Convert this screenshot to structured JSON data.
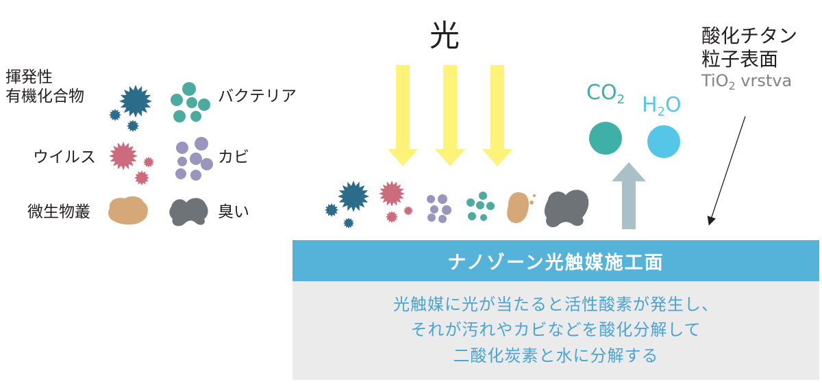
{
  "colors": {
    "voc": "#2b6c8a",
    "bacteria": "#4aab9e",
    "virus": "#cc6b7d",
    "mold": "#9a95bf",
    "microbe": "#d6a877",
    "odor": "#6d7377",
    "light_arrow": "#fff278",
    "co2_circle": "#3fb0a5",
    "h2o_circle": "#56c6e8",
    "up_arrow": "#a9c0c9",
    "band": "#55b3d9",
    "panel": "#ebebeb",
    "panel_text": "#4aa4d2"
  },
  "legend": {
    "voc": "揮発性\n有機化合物",
    "bacteria": "バクテリア",
    "virus": "ウイルス",
    "mold": "カビ",
    "microbe": "微生物叢",
    "odor": "臭い"
  },
  "light": {
    "label": "光"
  },
  "products": {
    "co2": {
      "main": "CO",
      "sub": "2"
    },
    "h2o": {
      "pre": "H",
      "sub": "2",
      "post": "O"
    }
  },
  "surface_label": {
    "line1": "酸化チタン",
    "line2": "粒子表面",
    "line3_pre": "TiO",
    "line3_sub": "2",
    "line3_post": " vrstva"
  },
  "band": {
    "label": "ナノゾーン光触媒施工面"
  },
  "panel": {
    "line1": "光触媒に光が当たると活性酸素が発生し、",
    "line2": "それが汚れやカビなどを酸化分解して",
    "line3": "二酸化炭素と水に分解する"
  }
}
